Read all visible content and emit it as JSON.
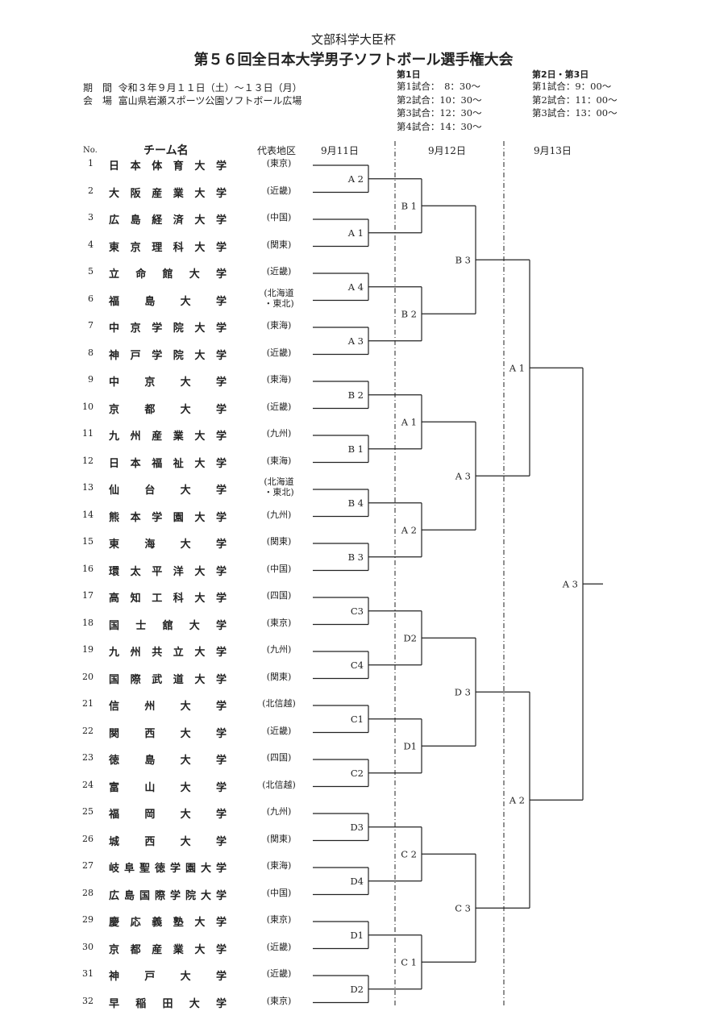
{
  "header": {
    "cup": "文部科学大臣杯",
    "title": "第５６回全日本大学男子ソフトボール選手権大会",
    "period_label": "期　間",
    "period_value": "令和３年９月１１日（土）～１３日（月）",
    "venue_label": "会　場",
    "venue_value": "富山県岩瀬スポーツ公園ソフトボール広場"
  },
  "schedule": {
    "day1_title": "第1日",
    "day1": [
      "第1試合：　8：30～",
      "第2試合：10：30～",
      "第3試合：12：30～",
      "第4試合：14：30～"
    ],
    "day23_title": "第2日・第3日",
    "day23": [
      "第1試合：9：00～",
      "第2試合：11：00～",
      "第3試合：13：00～"
    ]
  },
  "columns": {
    "no": "No.",
    "team": "チーム名",
    "region": "代表地区",
    "day1": "9月11日",
    "day2": "9月12日",
    "day3": "9月13日"
  },
  "teams": [
    {
      "no": "1",
      "name": "日本体育大学",
      "region": "(東京)"
    },
    {
      "no": "2",
      "name": "大阪産業大学",
      "region": "(近畿)"
    },
    {
      "no": "3",
      "name": "広島経済大学",
      "region": "(中国)"
    },
    {
      "no": "4",
      "name": "東京理科大学",
      "region": "(関東)"
    },
    {
      "no": "5",
      "name": "立命館大学",
      "region": "(近畿)"
    },
    {
      "no": "6",
      "name": "福島大学",
      "region": "(北海道\n・東北)"
    },
    {
      "no": "7",
      "name": "中京学院大学",
      "region": "(東海)"
    },
    {
      "no": "8",
      "name": "神戸学院大学",
      "region": "(近畿)"
    },
    {
      "no": "9",
      "name": "中京大学",
      "region": "(東海)"
    },
    {
      "no": "10",
      "name": "京都大学",
      "region": "(近畿)"
    },
    {
      "no": "11",
      "name": "九州産業大学",
      "region": "(九州)"
    },
    {
      "no": "12",
      "name": "日本福祉大学",
      "region": "(東海)"
    },
    {
      "no": "13",
      "name": "仙台大学",
      "region": "(北海道\n・東北)"
    },
    {
      "no": "14",
      "name": "熊本学園大学",
      "region": "(九州)"
    },
    {
      "no": "15",
      "name": "東海大学",
      "region": "(関東)"
    },
    {
      "no": "16",
      "name": "環太平洋大学",
      "region": "(中国)"
    },
    {
      "no": "17",
      "name": "高知工科大学",
      "region": "(四国)"
    },
    {
      "no": "18",
      "name": "国士舘大学",
      "region": "(東京)"
    },
    {
      "no": "19",
      "name": "九州共立大学",
      "region": "(九州)"
    },
    {
      "no": "20",
      "name": "国際武道大学",
      "region": "(関東)"
    },
    {
      "no": "21",
      "name": "信州大学",
      "region": "(北信越)"
    },
    {
      "no": "22",
      "name": "関西大学",
      "region": "(近畿)"
    },
    {
      "no": "23",
      "name": "徳島大学",
      "region": "(四国)"
    },
    {
      "no": "24",
      "name": "富山大学",
      "region": "(北信越)"
    },
    {
      "no": "25",
      "name": "福岡大学",
      "region": "(九州)"
    },
    {
      "no": "26",
      "name": "城西大学",
      "region": "(関東)"
    },
    {
      "no": "27",
      "name": "岐阜聖徳学園大学",
      "region": "(東海)"
    },
    {
      "no": "28",
      "name": "広島国際学院大学",
      "region": "(中国)"
    },
    {
      "no": "29",
      "name": "慶応義塾大学",
      "region": "(東京)"
    },
    {
      "no": "30",
      "name": "京都産業大学",
      "region": "(近畿)"
    },
    {
      "no": "31",
      "name": "神戸大学",
      "region": "(近畿)"
    },
    {
      "no": "32",
      "name": "早稲田大学",
      "region": "(東京)"
    }
  ],
  "round1_labels": [
    "A 2",
    "A 1",
    "A 4",
    "A 3",
    "B 2",
    "B 1",
    "B 4",
    "B 3",
    "C3",
    "C4",
    "C1",
    "C2",
    "D3",
    "D4",
    "D1",
    "D2"
  ],
  "round2_labels": [
    "B 1",
    "B 2",
    "A 1",
    "A 2",
    "D2",
    "D1",
    "C 2",
    "C 1"
  ],
  "round3_labels": [
    "B 3",
    "A 3",
    "D 3",
    "C 3"
  ],
  "round4_labels": [
    "A 1",
    "A 2"
  ],
  "final_label": "A 3"
}
